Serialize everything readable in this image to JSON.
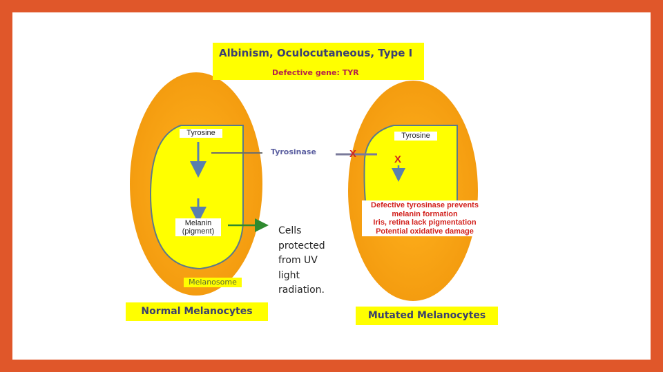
{
  "title": {
    "main": "Albinism, Oculocutaneous, Type I",
    "sub": "Defective gene: TYR"
  },
  "normal": {
    "tyrosine": "Tyrosine",
    "melanin": "Melanin (pigment)",
    "melanosome": "Melanosome",
    "caption": "Normal Melanocytes"
  },
  "enzyme": "Tyrosinase",
  "blocked_mark": "X",
  "note": "Cells protected from UV light radiation.",
  "mutated": {
    "tyrosine": "Tyrosine",
    "defect_lines": [
      "Defective tyrosinase prevents",
      "melanin formation",
      "Iris, retina lack pigmentation",
      "Potential oxidative damage"
    ],
    "caption": "Mutated Melanocytes"
  },
  "colors": {
    "orange": "#f59a10",
    "yellow": "#ffff00",
    "arrow_blue": "#5a7fae",
    "arrow_green": "#2f8a2f",
    "text_red": "#d2231f",
    "frame": "#e0572a"
  }
}
